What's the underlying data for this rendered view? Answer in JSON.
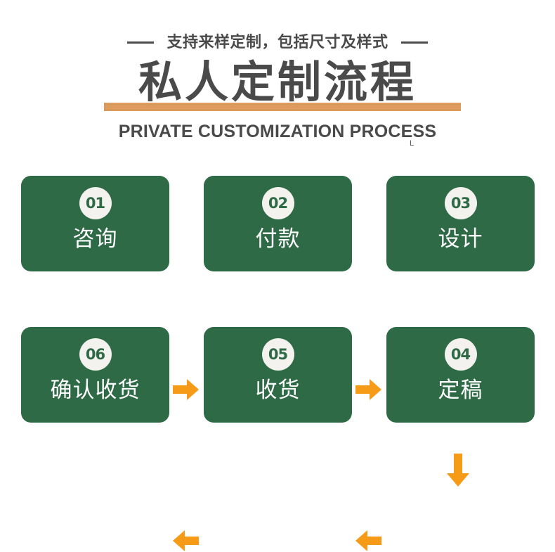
{
  "header": {
    "eyebrow": "支持来样定制，包括尺寸及样式",
    "title": "私人定制流程",
    "subtitle": "PRIVATE CUSTOMIZATION PROCESS",
    "stray_mark": "L"
  },
  "colors": {
    "box_green": "#2d6a45",
    "accent_orange": "#f59b18",
    "title_underline": "#dc9b5c",
    "text_dark": "#4a4a4a",
    "badge_bg": "#f3f2ee"
  },
  "flow": {
    "steps": [
      {
        "number": "01",
        "label": "咨询"
      },
      {
        "number": "02",
        "label": "付款"
      },
      {
        "number": "03",
        "label": "设计"
      },
      {
        "number": "04",
        "label": "定稿"
      },
      {
        "number": "05",
        "label": "收货"
      },
      {
        "number": "06",
        "label": "确认收货"
      }
    ],
    "connectors": [
      {
        "name": "arrow-right-1",
        "direction": "right"
      },
      {
        "name": "arrow-right-2",
        "direction": "right"
      },
      {
        "name": "arrow-down",
        "direction": "down"
      },
      {
        "name": "arrow-left-1",
        "direction": "left"
      },
      {
        "name": "arrow-left-2",
        "direction": "left"
      }
    ]
  }
}
